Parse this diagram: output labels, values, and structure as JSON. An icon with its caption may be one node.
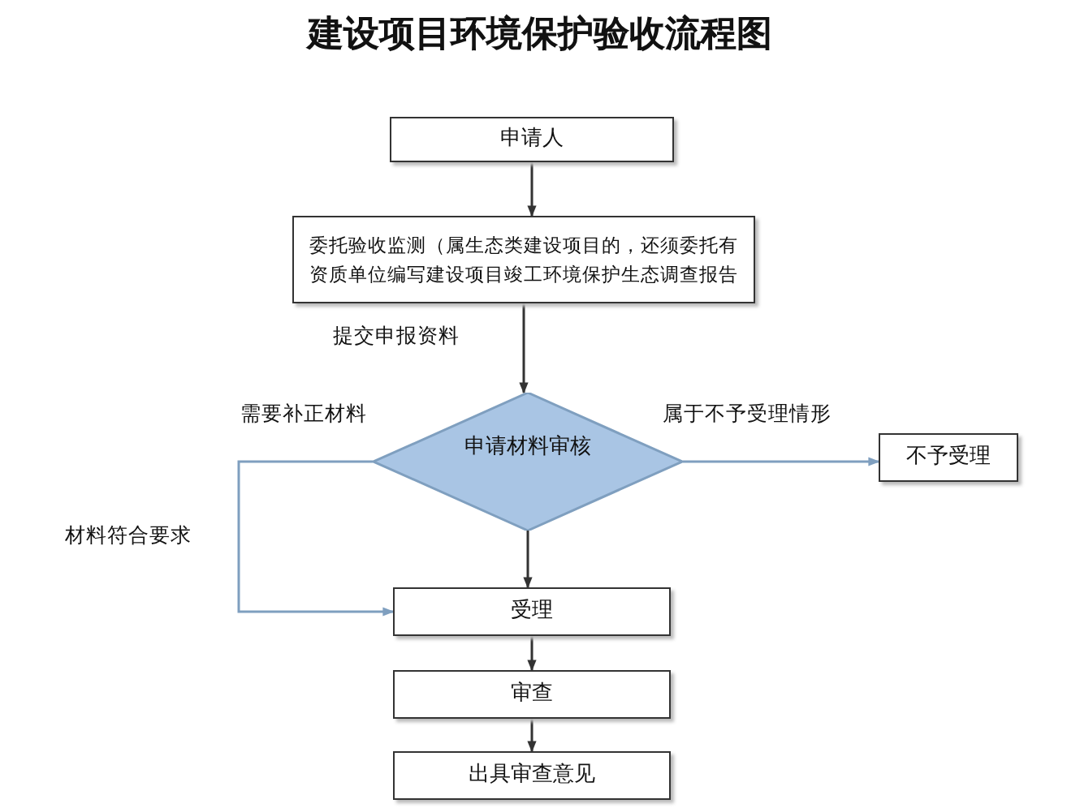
{
  "diagram": {
    "title": "建设项目环境保护验收流程图",
    "nodes": [
      {
        "text": [
          "申请人"
        ]
      },
      {
        "text": [
          "委托验收监测（属生态类建设项目的，还须委托有资质单位编写建设项目竣工环境保护生态调查报告"
        ]
      },
      {
        "text": [
          "申请材料审核"
        ]
      },
      {
        "text": [
          "不予受理"
        ]
      },
      {
        "text": [
          "受理"
        ]
      },
      {
        "text": [
          "审查"
        ]
      },
      {
        "text": [
          "出具审查意见"
        ]
      }
    ],
    "edges": [
      {
        "from": 0,
        "to": 1,
        "arrow": "to"
      },
      {
        "from": 1,
        "to": 2,
        "arrow": "to",
        "label": "提交申报资料"
      },
      {
        "from": 2,
        "to": 3,
        "arrow": "to",
        "label": "属于不予受理情形",
        "color": "#7f9fbf"
      },
      {
        "from": 2,
        "to": 4,
        "arrow": "to"
      },
      {
        "from": 2,
        "to": 4,
        "arrow": "to",
        "label": "材料符合要求",
        "color": "#7f9fbf"
      },
      {
        "from": 4,
        "to": 5,
        "arrow": "to"
      },
      {
        "from": 5,
        "to": 6,
        "arrow": "to"
      }
    ],
    "labels": [
      "需要补正材料"
    ]
  }
}
